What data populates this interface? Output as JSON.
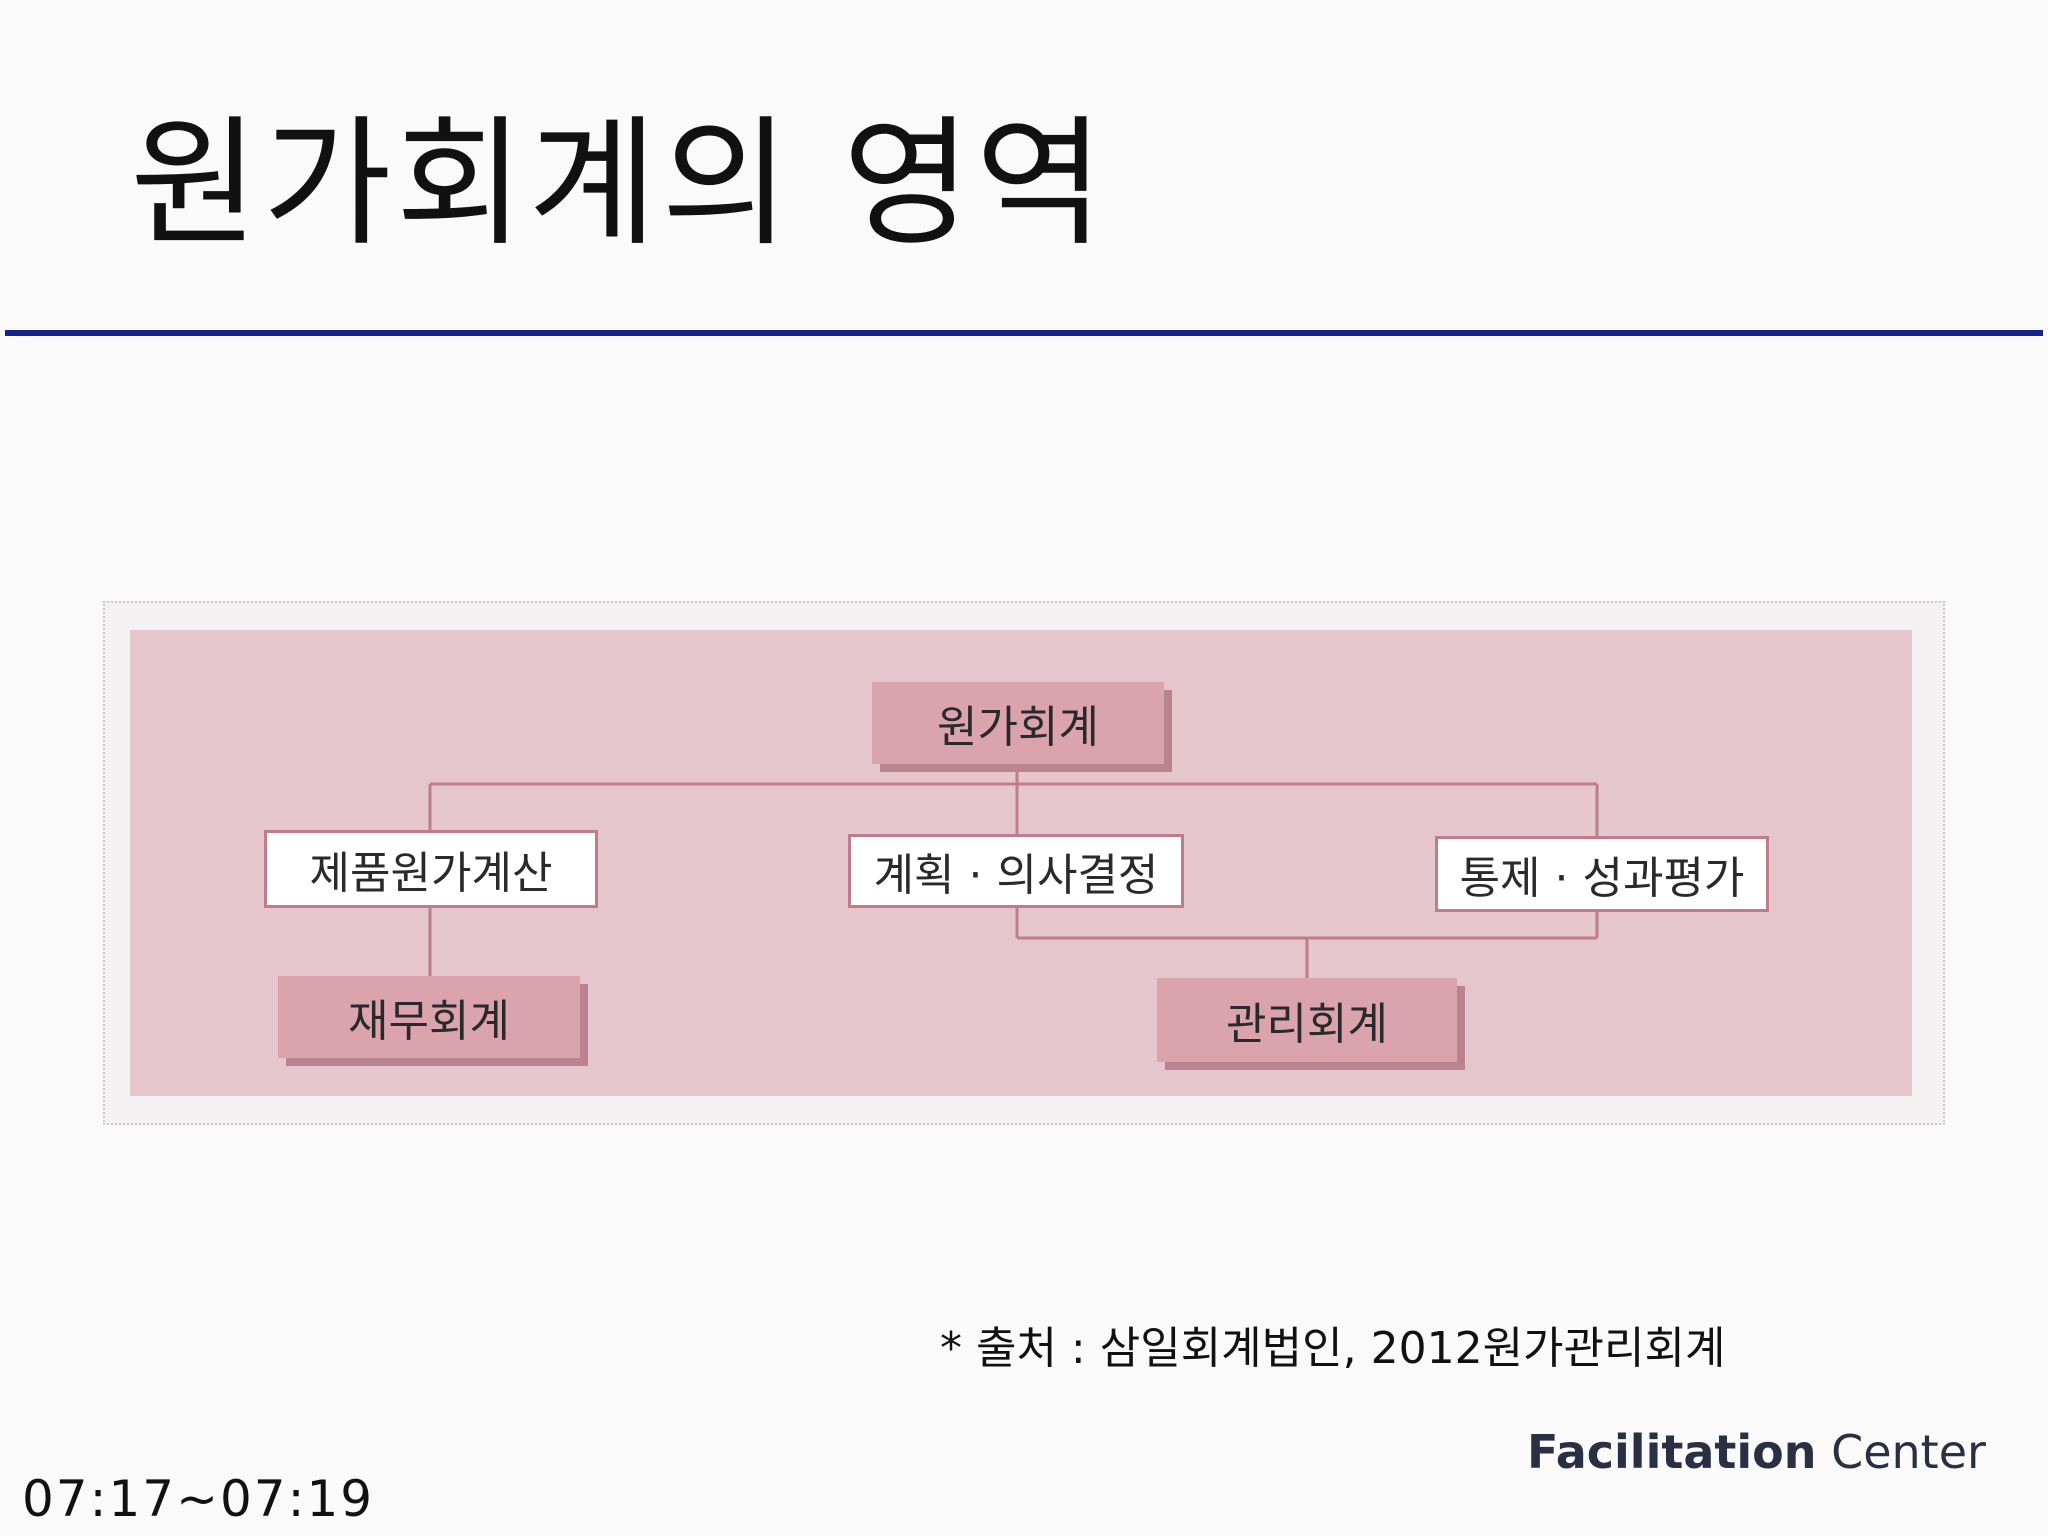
{
  "slide": {
    "title": "원가회계의 영역",
    "source_note": "* 출처 : 삼일회계법인, 2012원가관리회계",
    "logo_text_bold": "Facilitation",
    "logo_text_regular": "Center",
    "timecode": "07:17~07:19"
  },
  "diagram": {
    "root": "원가회계",
    "nodes": {
      "product_costing": "제품원가계산",
      "planning_decision": "계획 · 의사결정",
      "control_evaluation": "통제 · 성과평가",
      "financial_accounting": "재무회계",
      "management_accounting": "관리회계"
    },
    "colors": {
      "panel": "#e6c6cd",
      "pink_node": "#dba3ae",
      "line": "#c07c8c",
      "title_rule": "#16208f"
    }
  }
}
